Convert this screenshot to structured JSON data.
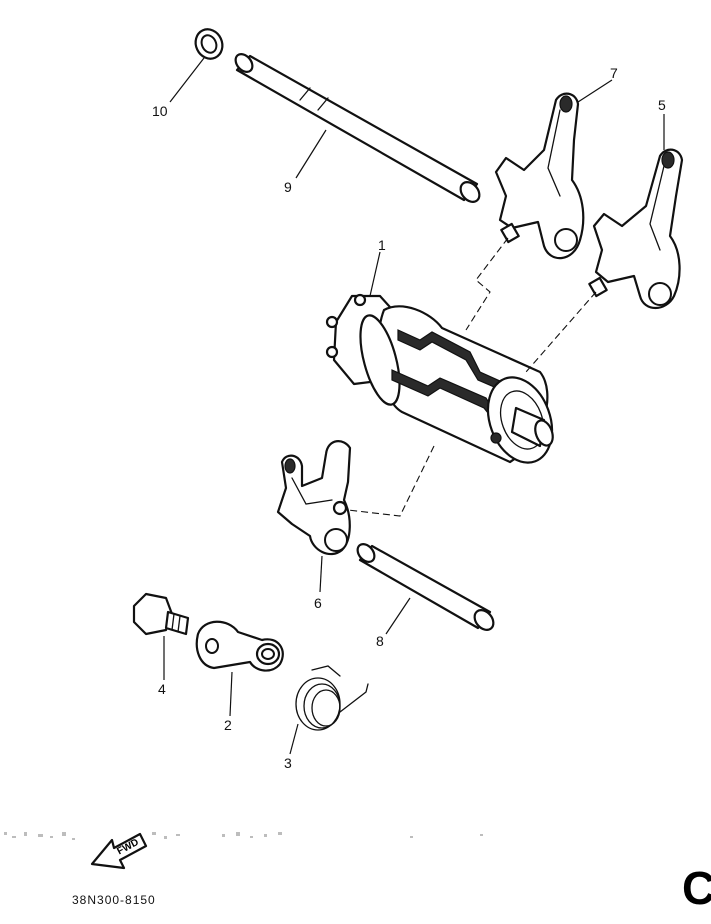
{
  "callouts": {
    "p1": "1",
    "p2": "2",
    "p3": "3",
    "p4": "4",
    "p5": "5",
    "p6": "6",
    "p7": "7",
    "p8": "8",
    "p9": "9",
    "p10": "10"
  },
  "fwd_arrow_label": "FWD",
  "diagram_code": "38N300-8150",
  "corner_letter": "C"
}
